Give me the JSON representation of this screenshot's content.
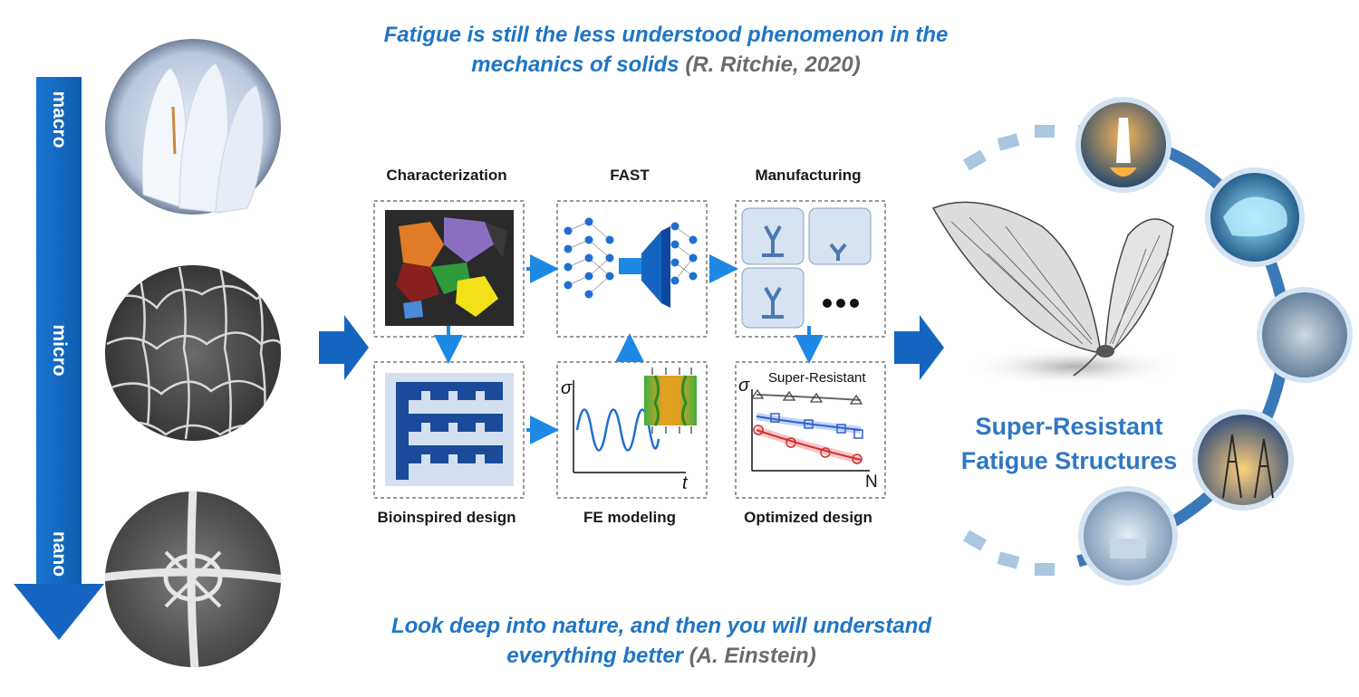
{
  "quote_top": {
    "text": "Fatigue is still the less understood phenomenon in the",
    "text2": "mechanics of solids",
    "author": "(R. Ritchie, 2020)"
  },
  "quote_bottom": {
    "text": "Look deep into nature, and then you will understand",
    "text2": "everything better",
    "author": "(A. Einstein)"
  },
  "scale": {
    "macro": "macro",
    "micro": "micro",
    "nano": "nano"
  },
  "workflow": {
    "characterization": "Characterization",
    "fast": "FAST",
    "manufacturing": "Manufacturing",
    "bioinspired": "Bioinspired design",
    "fe_modeling": "FE modeling",
    "optimized": "Optimized design",
    "sigma": "σ",
    "t": "t",
    "n": "N",
    "super_resistant_small": "Super-Resistant"
  },
  "result": {
    "line1": "Super-Resistant",
    "line2": "Fatigue Structures"
  },
  "colors": {
    "blue": "#1f75c4",
    "arrow": "#1565c0",
    "serif_title": "#2f78c4"
  }
}
